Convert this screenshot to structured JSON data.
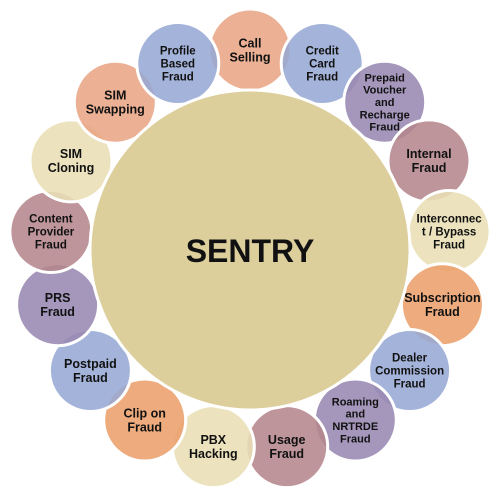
{
  "diagram": {
    "center_label": "SENTRY",
    "colors": {
      "hub_fill": "#dccf9c",
      "hub_stroke": "#ffffff",
      "orange": "#e9a585",
      "blue": "#97a8d4",
      "purple": "#9889b2",
      "maroon": "#b4868c",
      "cream": "#e9dfb5",
      "orange_deep": "#eb9f6c"
    },
    "nodes": [
      {
        "lines": [
          "Call",
          "Selling"
        ],
        "color": "orange"
      },
      {
        "lines": [
          "Credit",
          "Card",
          "Fraud"
        ],
        "color": "blue"
      },
      {
        "lines": [
          "Prepaid",
          "Voucher",
          "and",
          "Recharge",
          "Fraud"
        ],
        "color": "purple"
      },
      {
        "lines": [
          "Internal",
          "Fraud"
        ],
        "color": "maroon"
      },
      {
        "lines": [
          "Interconnec",
          "t / Bypass",
          "Fraud"
        ],
        "color": "cream"
      },
      {
        "lines": [
          "Subscription",
          "Fraud"
        ],
        "color": "orange_deep"
      },
      {
        "lines": [
          "Dealer",
          "Commission",
          "Fraud"
        ],
        "color": "blue"
      },
      {
        "lines": [
          "Roaming",
          "and",
          "NRTRDE",
          "Fraud"
        ],
        "color": "purple"
      },
      {
        "lines": [
          "Usage",
          "Fraud"
        ],
        "color": "maroon"
      },
      {
        "lines": [
          "PBX",
          "Hacking"
        ],
        "color": "cream"
      },
      {
        "lines": [
          "Clip on",
          "Fraud"
        ],
        "color": "orange_deep"
      },
      {
        "lines": [
          "Postpaid",
          "Fraud"
        ],
        "color": "blue"
      },
      {
        "lines": [
          "PRS",
          "Fraud"
        ],
        "color": "purple"
      },
      {
        "lines": [
          "Content",
          "Provider",
          "Fraud"
        ],
        "color": "maroon"
      },
      {
        "lines": [
          "SIM",
          "Cloning"
        ],
        "color": "cream"
      },
      {
        "lines": [
          "SIM",
          "Swapping"
        ],
        "color": "orange"
      },
      {
        "lines": [
          "Profile",
          "Based",
          "Fraud"
        ],
        "color": "blue"
      }
    ]
  }
}
